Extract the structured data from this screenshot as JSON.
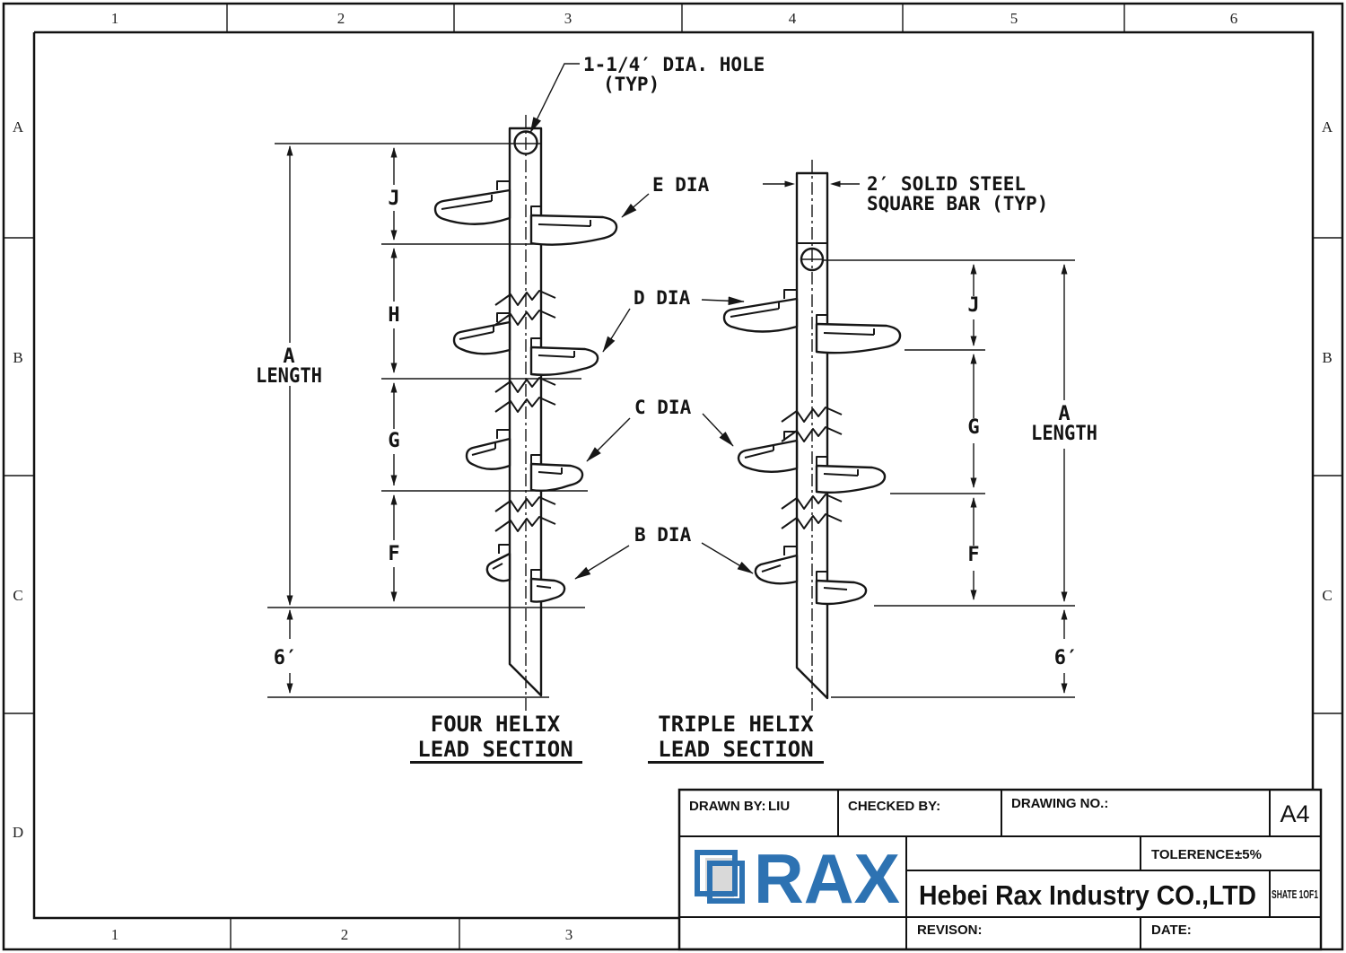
{
  "sheet": {
    "zones_top": [
      "1",
      "2",
      "3",
      "4",
      "5",
      "6"
    ],
    "zones_bottom": [
      "1",
      "2",
      "3"
    ],
    "zones_left": [
      "A",
      "B",
      "C",
      "D"
    ],
    "zones_right": [
      "A",
      "B",
      "C"
    ]
  },
  "drawing": {
    "notes": {
      "hole_note_1": "1-1/4′ DIA. HOLE",
      "hole_note_2": "(TYP)",
      "bar_note_1": "2′ SOLID STEEL",
      "bar_note_2": "SQUARE BAR (TYP)"
    },
    "dia_labels": {
      "e": "E DIA",
      "d": "D DIA",
      "c": "C DIA",
      "b": "B DIA"
    },
    "left_view": {
      "caption_1": "FOUR HELIX",
      "caption_2": "LEAD SECTION",
      "dims": {
        "a_1": "A",
        "a_2": "LENGTH",
        "j": "J",
        "h": "H",
        "g": "G",
        "f": "F",
        "point": "6′"
      }
    },
    "right_view": {
      "caption_1": "TRIPLE HELIX",
      "caption_2": "LEAD SECTION",
      "dims": {
        "a_1": "A",
        "a_2": "LENGTH",
        "j": "J",
        "g": "G",
        "f": "F",
        "point": "6′"
      }
    }
  },
  "title_block": {
    "drawn_by_label": "DRAWN BY:",
    "drawn_by_value": "LIU",
    "checked_by_label": "CHECKED BY:",
    "drawing_no_label": "DRAWING NO.:",
    "paper_size": "A4",
    "tolerance_label": "TOLERENCE:",
    "tolerance_value": "±5%",
    "company_name": "Hebei Rax Industry CO.,LTD",
    "sheet_label": "SHATE 1OF1",
    "revision_label": "REVISON:",
    "date_label": "DATE:",
    "logo_text": "RAX",
    "brand_color": "#2D72B2"
  }
}
